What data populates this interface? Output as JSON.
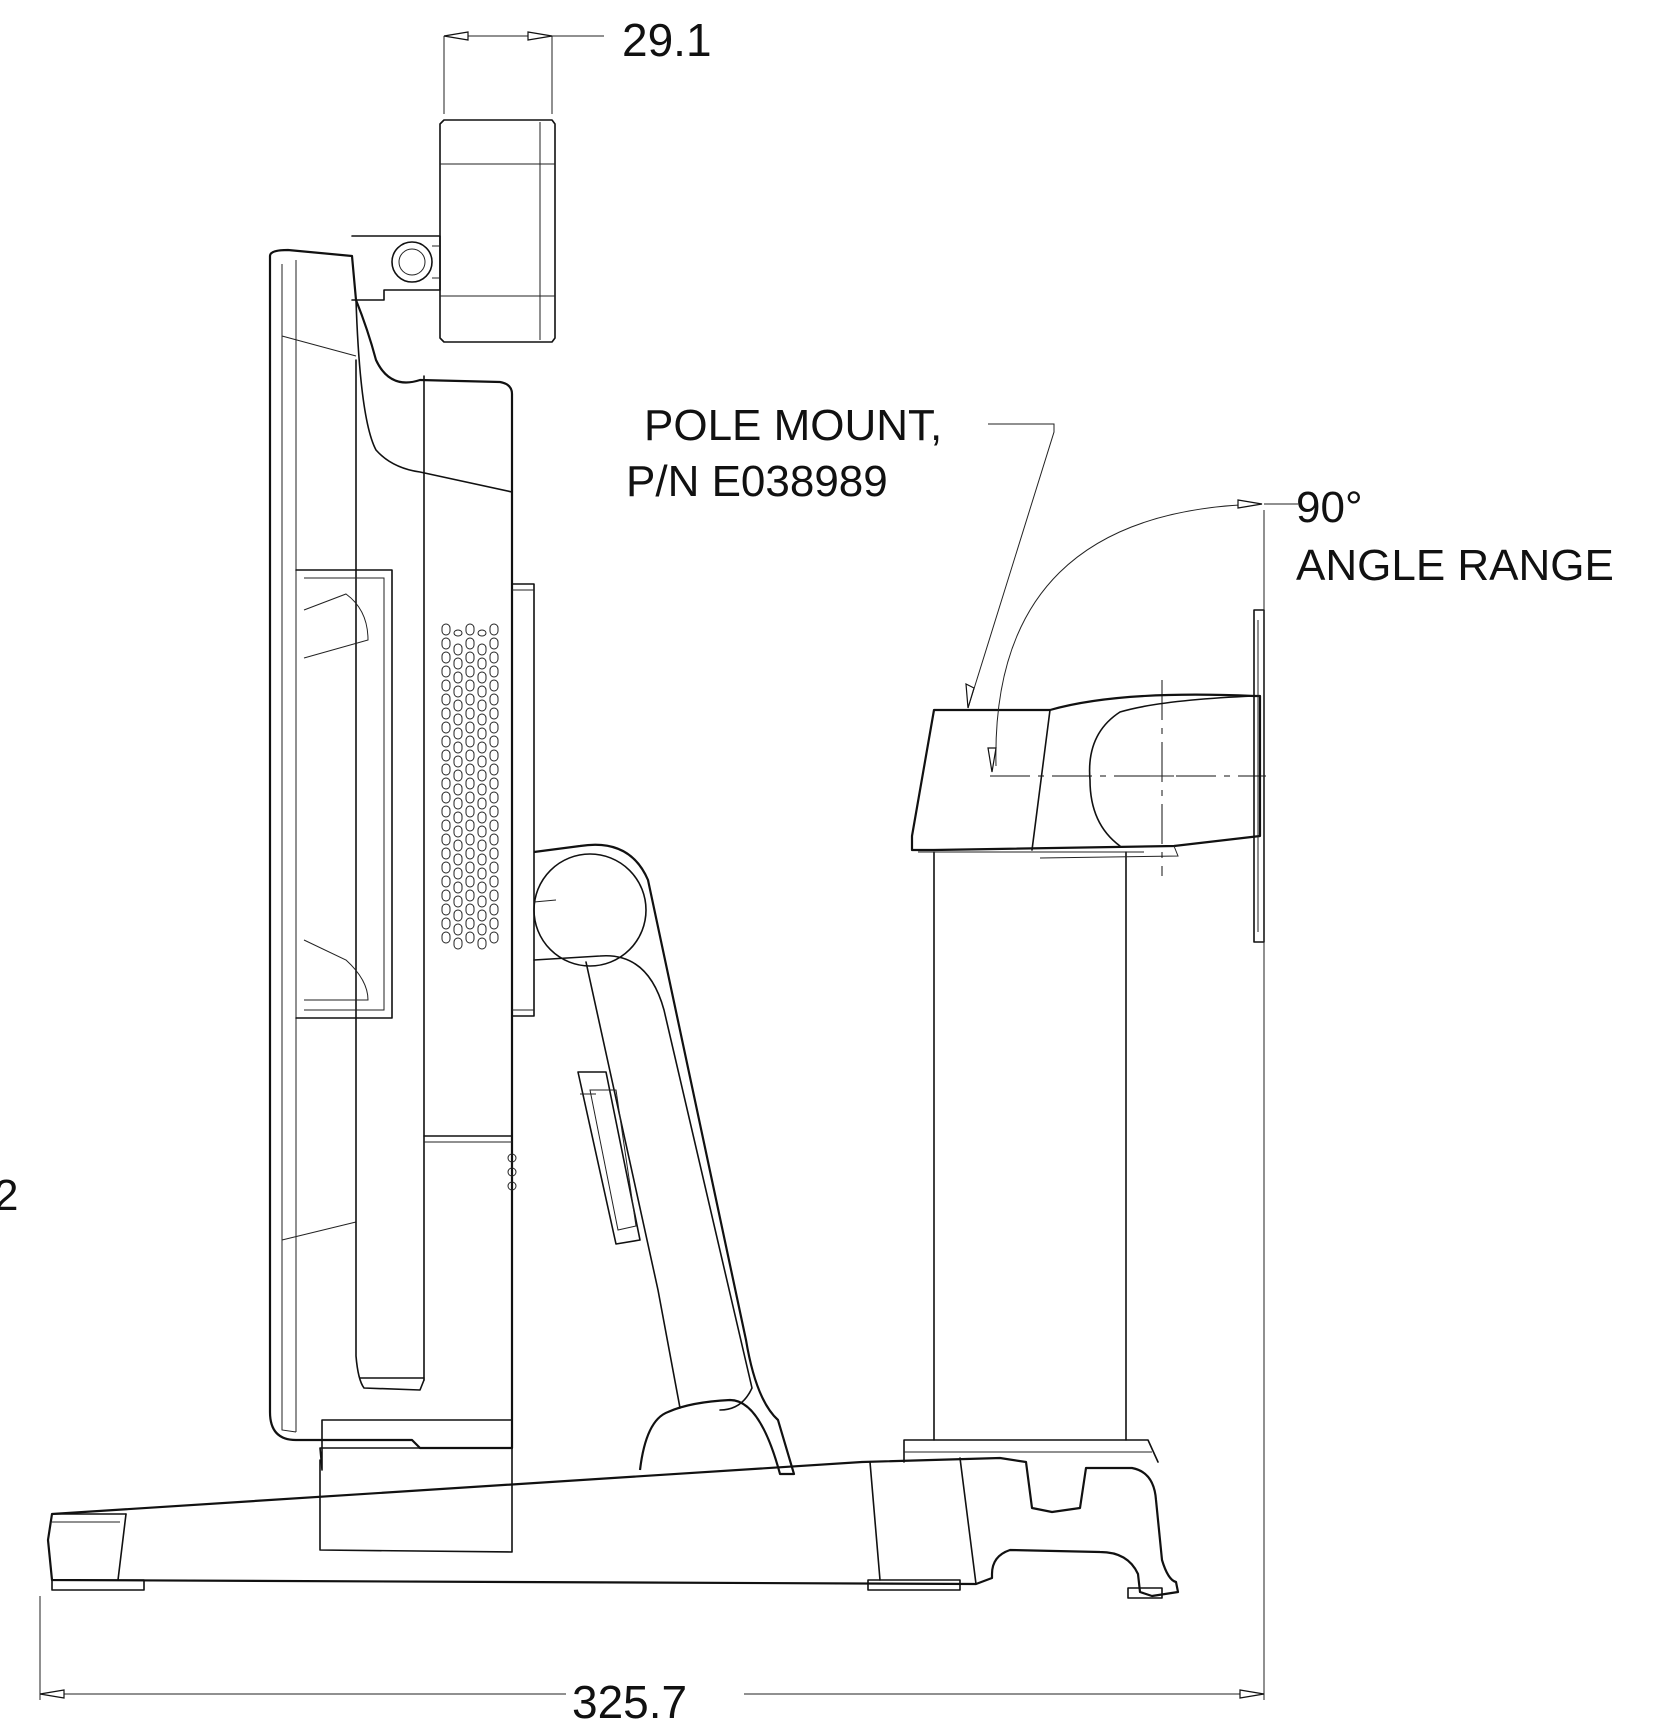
{
  "labels": {
    "camera_width": "29.1",
    "pole_mount_line1": "POLE MOUNT,",
    "pole_mount_line2": "P/N E038989",
    "angle_value": "90°",
    "angle_label": "ANGLE RANGE",
    "overall_width": "325.7",
    "edge_fragment": "2"
  }
}
